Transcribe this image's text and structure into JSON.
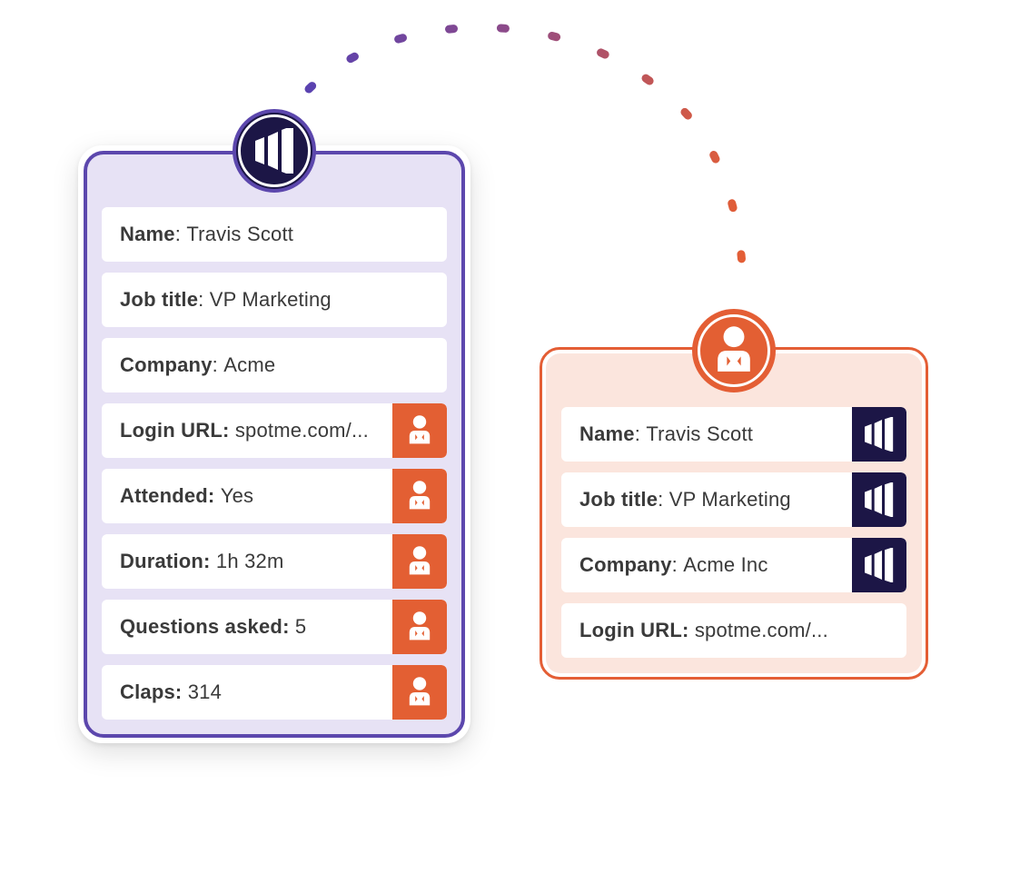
{
  "colors": {
    "purple_accent": "#5c47ad",
    "purple_bg": "#e7e2f5",
    "navy": "#1c1646",
    "orange_accent": "#e35f33",
    "orange_bg": "#fbe5dd"
  },
  "left_card": {
    "badge_icon": "marketo-logo-icon",
    "rows": [
      {
        "key": "Name",
        "sep": ": ",
        "value": "Travis Scott",
        "tag_icon": ""
      },
      {
        "key": "Job title",
        "sep": ": ",
        "value": "VP Marketing",
        "tag_icon": ""
      },
      {
        "key": "Company",
        "sep": ": ",
        "value": "Acme",
        "tag_icon": ""
      },
      {
        "key": "Login URL:",
        "sep": " ",
        "value": "spotme.com/...",
        "tag_icon": "attendee-icon"
      },
      {
        "key": "Attended:",
        "sep": " ",
        "value": "Yes",
        "tag_icon": "attendee-icon"
      },
      {
        "key": "Duration:",
        "sep": " ",
        "value": "1h 32m",
        "tag_icon": "attendee-icon"
      },
      {
        "key": "Questions asked:",
        "sep": " ",
        "value": "5",
        "tag_icon": "attendee-icon"
      },
      {
        "key": "Claps:",
        "sep": " ",
        "value": "314",
        "tag_icon": "attendee-icon"
      }
    ]
  },
  "right_card": {
    "badge_icon": "attendee-icon",
    "rows": [
      {
        "key": "Name",
        "sep": ": ",
        "value": "Travis Scott",
        "tag_icon": "marketo-logo-icon"
      },
      {
        "key": "Job title",
        "sep": ": ",
        "value": "VP Marketing",
        "tag_icon": "marketo-logo-icon"
      },
      {
        "key": "Company",
        "sep": ": ",
        "value": "Acme Inc",
        "tag_icon": "marketo-logo-icon"
      },
      {
        "key": "Login URL:",
        "sep": " ",
        "value": "spotme.com/...",
        "tag_icon": ""
      }
    ]
  }
}
